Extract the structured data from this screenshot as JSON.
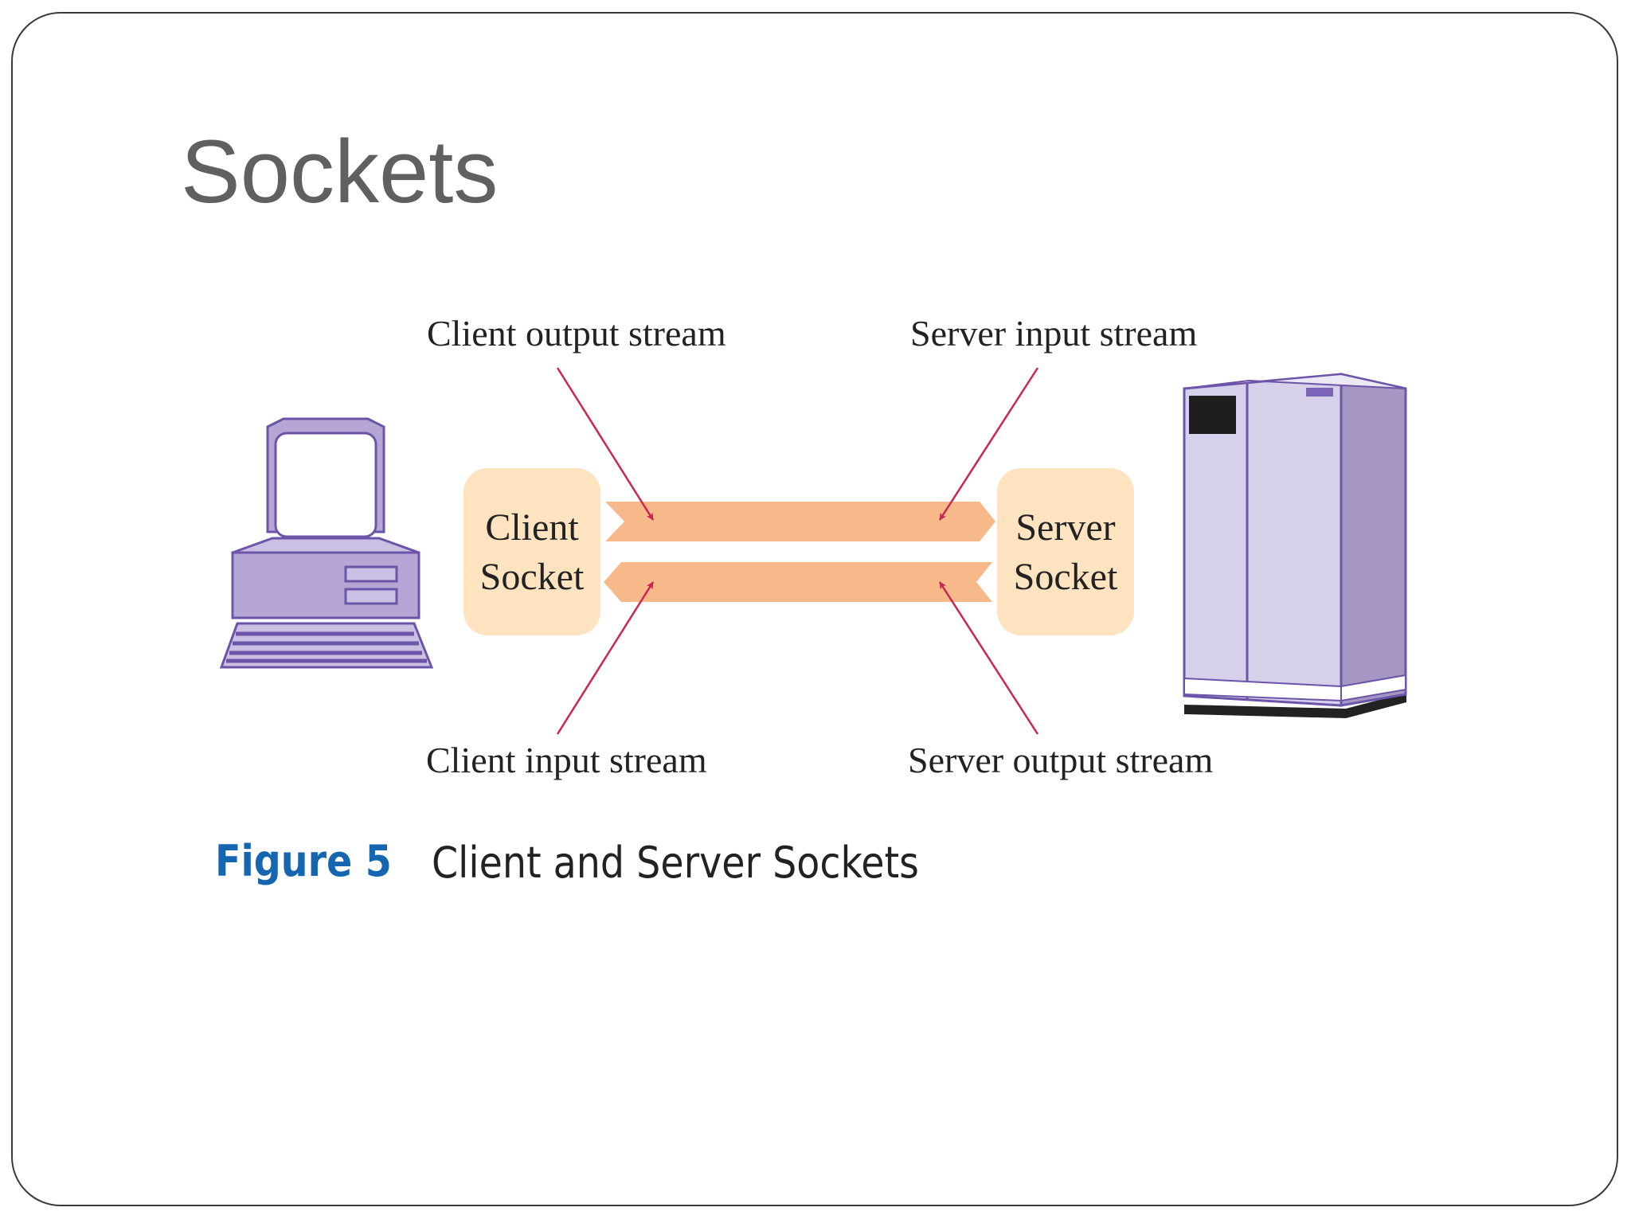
{
  "slide": {
    "title": "Sockets"
  },
  "diagram": {
    "labels": {
      "client_output_stream": "Client output stream",
      "server_input_stream": "Server input stream",
      "client_input_stream": "Client input stream",
      "server_output_stream": "Server output stream"
    },
    "client_socket": {
      "line1": "Client",
      "line2": "Socket"
    },
    "server_socket": {
      "line1": "Server",
      "line2": "Socket"
    },
    "icons": {
      "client": "desktop-computer-icon",
      "server": "server-cabinet-icon"
    },
    "colors": {
      "socket_box": "#fde3c0",
      "stream_band": "#f7b98a",
      "pointer": "#c8284f",
      "device_fill": "#b6a6d6",
      "device_stroke": "#6c55a8"
    }
  },
  "caption": {
    "label": "Figure 5",
    "text": "Client and Server Sockets",
    "label_color": "#1565b0"
  }
}
